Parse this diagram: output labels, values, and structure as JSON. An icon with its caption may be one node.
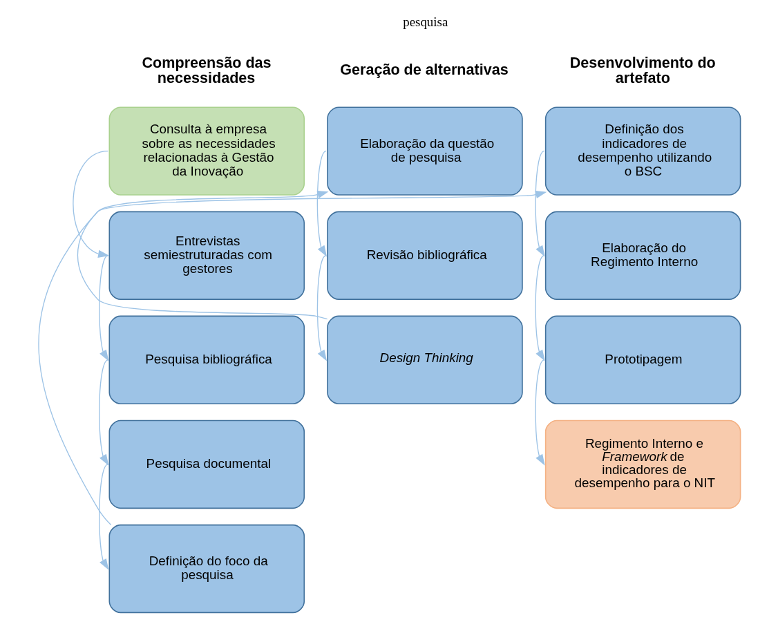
{
  "diagram": {
    "nodes": [
      {
        "text": [
          "Consulta à empresa sobre as necessidades relacionadas à Gestão da Inovação"
        ]
      },
      {
        "text": [
          "Entrevistas semiestruturadas com gestores"
        ]
      },
      {
        "text": [
          "Pesquisa bibliográfica"
        ]
      },
      {
        "text": [
          "Pesquisa documental"
        ]
      },
      {
        "text": [
          "Definição do foco da pesquisa"
        ]
      },
      {
        "text": [
          "Elaboração da questão de pesquisa"
        ]
      },
      {
        "text": [
          "Revisão bibliográfica"
        ]
      },
      {
        "text": [
          "*Design Thinking*"
        ]
      },
      {
        "text": [
          "Definição dos indicadores de desempenho utilizando o BSC"
        ]
      },
      {
        "text": [
          "Elaboração do Regimento Interno"
        ]
      },
      {
        "text": [
          "Prototipagem"
        ]
      },
      {
        "text": [
          "Regimento Interno e *Framework* de indicadores de desempenho para o NIT"
        ]
      }
    ],
    "edges": [
      {
        "from": 0,
        "to": 1,
        "arrow": "to"
      },
      {
        "from": 1,
        "to": 2,
        "arrow": "to"
      },
      {
        "from": 2,
        "to": 3,
        "arrow": "to"
      },
      {
        "from": 3,
        "to": 4,
        "arrow": "to"
      },
      {
        "from": 4,
        "to": 5,
        "arrow": "to"
      },
      {
        "from": 5,
        "to": 6,
        "arrow": "to"
      },
      {
        "from": 6,
        "to": 7,
        "arrow": "to"
      },
      {
        "from": 7,
        "to": 8,
        "arrow": "to"
      },
      {
        "from": 8,
        "to": 9,
        "arrow": "to"
      },
      {
        "from": 9,
        "to": 10,
        "arrow": "to"
      },
      {
        "from": 10,
        "to": 11,
        "arrow": "to"
      }
    ],
    "labels": [
      "pesquisa",
      "Compreensão das necessidades",
      "Geração de alternativas",
      "Desenvolvimento do artefato"
    ]
  }
}
